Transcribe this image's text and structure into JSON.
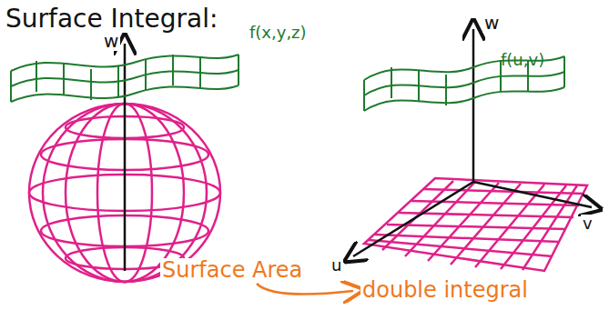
{
  "diagram": {
    "title": "Surface Integral:",
    "labels": [
      "w",
      "f(x,y,z)",
      "w",
      "f(u,v)",
      "v",
      "u",
      "Surface Area",
      "double integral"
    ]
  }
}
